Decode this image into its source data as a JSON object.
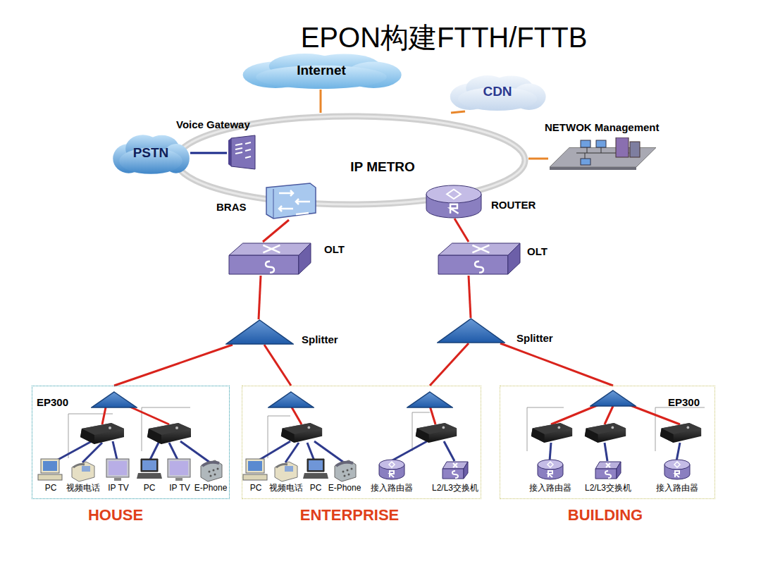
{
  "diagram": {
    "title": "EPON构建FTTH/FTTB",
    "nodes": [
      {
        "text": [
          "Internet"
        ]
      },
      {
        "text": [
          "CDN"
        ]
      },
      {
        "text": [
          "IP METRO"
        ]
      },
      {
        "text": [
          "PSTN"
        ]
      },
      {
        "text": [
          "Voice Gateway"
        ]
      },
      {
        "text": [
          "NETWOK Management"
        ]
      },
      {
        "text": [
          "BRAS"
        ]
      },
      {
        "text": [
          "ROUTER"
        ]
      },
      {
        "text": [
          "OLT"
        ]
      },
      {
        "text": [
          "OLT"
        ]
      },
      {
        "text": [
          "Splitter"
        ]
      },
      {
        "text": [
          "Splitter"
        ]
      },
      {
        "text": [
          "EP300",
          "HOUSE"
        ]
      },
      {
        "text": [
          "PC"
        ],
        "in": 12
      },
      {
        "text": [
          "视频电话"
        ],
        "in": 12
      },
      {
        "text": [
          "IP TV"
        ],
        "in": 12
      },
      {
        "text": [
          "PC"
        ],
        "in": 12
      },
      {
        "text": [
          "IP TV"
        ],
        "in": 12
      },
      {
        "text": [
          "E-Phone"
        ],
        "in": 12
      },
      {
        "text": [
          "ENTERPRISE"
        ]
      },
      {
        "text": [
          "PC"
        ],
        "in": 19
      },
      {
        "text": [
          "视频电话"
        ],
        "in": 19
      },
      {
        "text": [
          "PC"
        ],
        "in": 19
      },
      {
        "text": [
          "E-Phone"
        ],
        "in": 19
      },
      {
        "text": [
          "接入路由器"
        ],
        "in": 19
      },
      {
        "text": [
          "L2/L3交换机"
        ],
        "in": 19
      },
      {
        "text": [
          "EP300",
          "BUILDING"
        ]
      },
      {
        "text": [
          "接入路由器"
        ],
        "in": 26
      },
      {
        "text": [
          "L2/L3交换机"
        ],
        "in": 26
      },
      {
        "text": [
          "接入路由器"
        ],
        "in": 26
      }
    ],
    "edges": [
      {
        "from": 0,
        "to": 2,
        "arrow": "none"
      },
      {
        "from": 1,
        "to": 2,
        "arrow": "none"
      },
      {
        "from": 5,
        "to": 2,
        "arrow": "none"
      },
      {
        "from": 3,
        "to": 4,
        "arrow": "none"
      },
      {
        "from": 6,
        "to": 8,
        "arrow": "none"
      },
      {
        "from": 7,
        "to": 9,
        "arrow": "none"
      },
      {
        "from": 8,
        "to": 10,
        "arrow": "none"
      },
      {
        "from": 9,
        "to": 11,
        "arrow": "none"
      },
      {
        "from": 10,
        "to": 12,
        "arrow": "none"
      },
      {
        "from": 10,
        "to": 19,
        "arrow": "none"
      },
      {
        "from": 11,
        "to": 19,
        "arrow": "none"
      },
      {
        "from": 11,
        "to": 26,
        "arrow": "none"
      }
    ]
  }
}
